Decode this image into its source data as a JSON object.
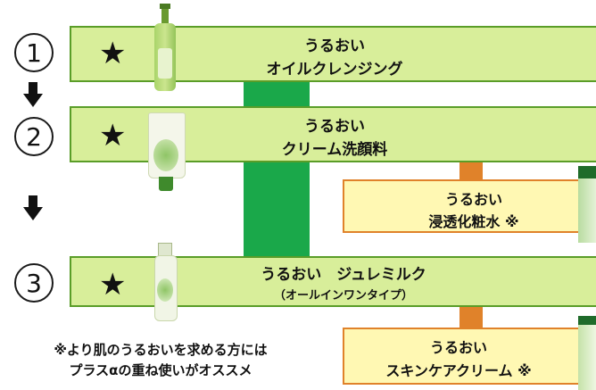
{
  "steps": [
    {
      "number": "1",
      "star": "★",
      "line1": "うるおい",
      "line2": "オイルクレンジング"
    },
    {
      "number": "2",
      "star": "★",
      "line1": "うるおい",
      "line2": "クリーム洗顔料"
    },
    {
      "number": "3",
      "star": "★",
      "line1": "うるおい　ジュレミルク",
      "line2": "（オールインワンタイプ）"
    }
  ],
  "extras": [
    {
      "line1": "うるおい",
      "line2": "浸透化粧水 ※"
    },
    {
      "line1": "うるおい",
      "line2": "スキンケアクリーム ※"
    }
  ],
  "note": {
    "line1": "※より肌のうるおいを求める方には",
    "line2": "プラスαの重ね使いがオススメ"
  },
  "colors": {
    "bar_fill": "#d8ee9a",
    "bar_border": "#5a9d28",
    "green_connector": "#1aa84a",
    "orange_connector": "#e0822a",
    "yellow_fill": "#fff8b3"
  },
  "icons": [
    "down-arrow-icon",
    "star-icon",
    "bottle-icon",
    "tube-icon"
  ]
}
